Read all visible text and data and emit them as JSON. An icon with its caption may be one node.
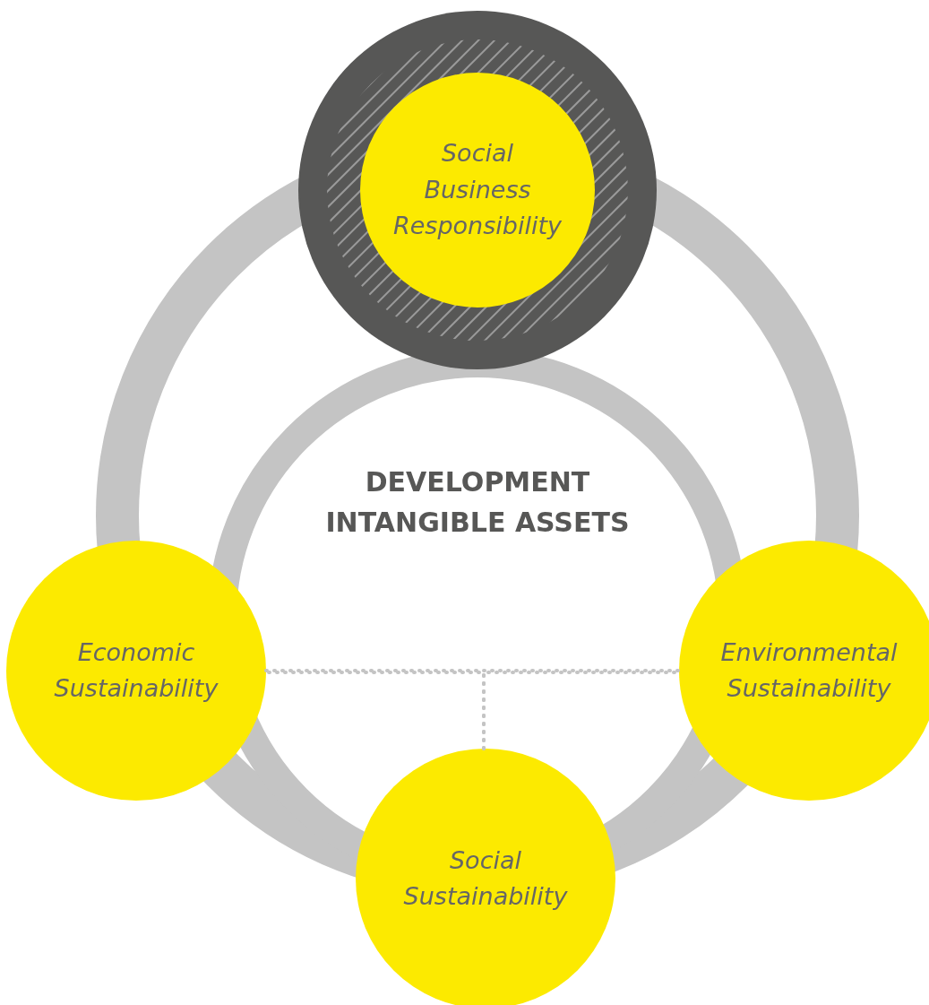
{
  "diagram": {
    "nodes": [
      {
        "text": [],
        "shape": "circle"
      },
      {
        "text": [
          "Social Business Responsibility"
        ],
        "in": 0
      },
      {
        "text": [
          "DEVELOPMENT INTANGIBLE ASSETS"
        ]
      },
      {
        "text": [
          "Economic Sustainability"
        ]
      },
      {
        "text": [
          "Environmental Sustainability"
        ]
      },
      {
        "text": [
          "Social Sustainability"
        ]
      }
    ],
    "edges": [
      {
        "from": 3,
        "to": 4,
        "arrow": "none",
        "style": "dashed"
      },
      {
        "from": 5,
        "to": 3,
        "arrow": "none",
        "style": "dashed"
      },
      {
        "from": 5,
        "to": 4,
        "arrow": "none",
        "style": "dashed"
      }
    ]
  }
}
